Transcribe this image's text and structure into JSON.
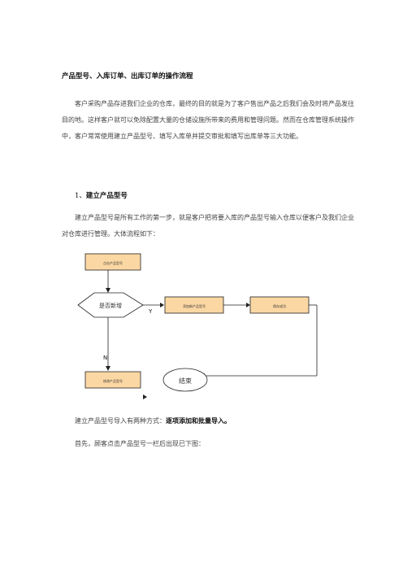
{
  "doc": {
    "title": "产品型号、入库订单、出库订单的操作流程",
    "intro": "客户采购产品存进我们企业的仓库，最终的目的就是为了客户售出产品之后我们会及时将产品发往目的地。这样客户就可以免除配置大量的仓储设施所带来的费用和管理问题。然而在仓库管理系统操作中，客户常常使用建立产品型号、填写入库单并提交审批和填写出库单等三大功能。",
    "section1_num": "1、",
    "section1_title": "建立产品型号",
    "section1_text": "建立产品型号是所有工作的第一步，就是客户把将要入库的产品型号输入仓库以便客户及我们企业对仓库进行管理。大体流程如下：",
    "import_prefix": "建立产品型号导入有两种方式：",
    "import_methods": "逐项添加和批量导入。",
    "first_step": "首先，顾客点击产品型号一栏后出现已下图："
  },
  "flowchart": {
    "box1": "点击产品型号",
    "decision": "是否新增",
    "yes": "Y",
    "no": "N",
    "box2": "添加新产品型号",
    "box3": "保存成功",
    "box4": "修改产品型号",
    "end": "结束",
    "box_color": "#fbd7a3",
    "line_color": "#222222"
  }
}
